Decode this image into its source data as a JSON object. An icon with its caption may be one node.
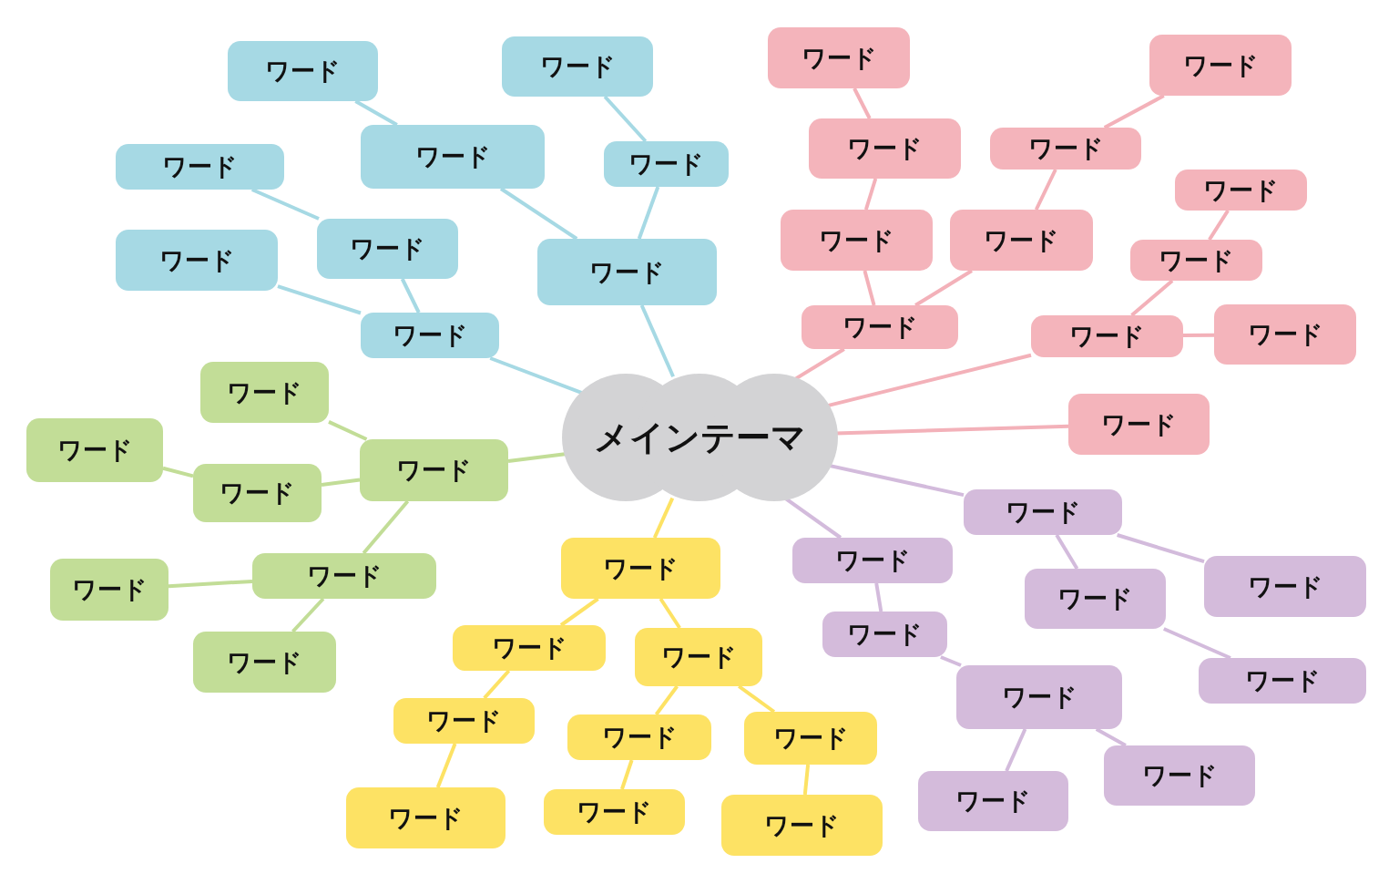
{
  "diagram": {
    "nodes": [
      {
        "text": [
          "メインテーマ"
        ]
      },
      {
        "text": [
          "ワード"
        ]
      },
      {
        "text": [
          "ワード"
        ]
      },
      {
        "text": [
          "ワード"
        ]
      },
      {
        "text": [
          "ワード"
        ]
      },
      {
        "text": [
          "ワード"
        ]
      },
      {
        "text": [
          "ワード"
        ]
      },
      {
        "text": [
          "ワード"
        ]
      },
      {
        "text": [
          "ワード"
        ]
      },
      {
        "text": [
          "ワード"
        ]
      },
      {
        "text": [
          "ワード"
        ]
      },
      {
        "text": [
          "ワード"
        ]
      },
      {
        "text": [
          "ワード"
        ]
      },
      {
        "text": [
          "ワード"
        ]
      },
      {
        "text": [
          "ワード"
        ]
      },
      {
        "text": [
          "ワード"
        ]
      },
      {
        "text": [
          "ワード"
        ]
      },
      {
        "text": [
          "ワード"
        ]
      },
      {
        "text": [
          "ワード"
        ]
      },
      {
        "text": [
          "ワード"
        ]
      },
      {
        "text": [
          "ワード"
        ]
      },
      {
        "text": [
          "ワード"
        ]
      },
      {
        "text": [
          "ワード"
        ]
      },
      {
        "text": [
          "ワード"
        ]
      },
      {
        "text": [
          "ワード"
        ]
      },
      {
        "text": [
          "ワード"
        ]
      },
      {
        "text": [
          "ワード"
        ]
      },
      {
        "text": [
          "ワード"
        ]
      },
      {
        "text": [
          "ワード"
        ]
      },
      {
        "text": [
          "ワード"
        ]
      },
      {
        "text": [
          "ワード"
        ]
      },
      {
        "text": [
          "ワード"
        ]
      },
      {
        "text": [
          "ワード"
        ]
      },
      {
        "text": [
          "ワード"
        ]
      },
      {
        "text": [
          "ワード"
        ]
      },
      {
        "text": [
          "ワード"
        ]
      },
      {
        "text": [
          "ワード"
        ]
      },
      {
        "text": [
          "ワード"
        ]
      },
      {
        "text": [
          "ワード"
        ]
      },
      {
        "text": [
          "ワード"
        ]
      },
      {
        "text": [
          "ワード"
        ]
      },
      {
        "text": [
          "ワード"
        ]
      },
      {
        "text": [
          "ワード"
        ]
      },
      {
        "text": [
          "ワード"
        ]
      },
      {
        "text": [
          "ワード"
        ]
      },
      {
        "text": [
          "ワード"
        ]
      },
      {
        "text": [
          "ワード"
        ]
      }
    ],
    "edges": [
      {
        "from": 0,
        "to": 1,
        "arrow": "none",
        "color": "#a6d9e4"
      },
      {
        "from": 1,
        "to": 2,
        "arrow": "none",
        "color": "#a6d9e4"
      },
      {
        "from": 2,
        "to": 3,
        "arrow": "none",
        "color": "#a6d9e4"
      },
      {
        "from": 1,
        "to": 4,
        "arrow": "none",
        "color": "#a6d9e4"
      },
      {
        "from": 4,
        "to": 5,
        "arrow": "none",
        "color": "#a6d9e4"
      },
      {
        "from": 0,
        "to": 6,
        "arrow": "none",
        "color": "#a6d9e4"
      },
      {
        "from": 6,
        "to": 7,
        "arrow": "none",
        "color": "#a6d9e4"
      },
      {
        "from": 7,
        "to": 8,
        "arrow": "none",
        "color": "#a6d9e4"
      },
      {
        "from": 6,
        "to": 9,
        "arrow": "none",
        "color": "#a6d9e4"
      },
      {
        "from": 0,
        "to": 10,
        "arrow": "none",
        "color": "#f3b1b9"
      },
      {
        "from": 10,
        "to": 11,
        "arrow": "none",
        "color": "#f3b1b9"
      },
      {
        "from": 11,
        "to": 12,
        "arrow": "none",
        "color": "#f3b1b9"
      },
      {
        "from": 12,
        "to": 13,
        "arrow": "none",
        "color": "#f3b1b9"
      },
      {
        "from": 10,
        "to": 14,
        "arrow": "none",
        "color": "#f3b1b9"
      },
      {
        "from": 14,
        "to": 15,
        "arrow": "none",
        "color": "#f3b1b9"
      },
      {
        "from": 15,
        "to": 16,
        "arrow": "none",
        "color": "#f3b1b9"
      },
      {
        "from": 0,
        "to": 17,
        "arrow": "none",
        "color": "#f3b1b9"
      },
      {
        "from": 17,
        "to": 18,
        "arrow": "none",
        "color": "#f3b1b9"
      },
      {
        "from": 18,
        "to": 19,
        "arrow": "none",
        "color": "#f3b1b9"
      },
      {
        "from": 17,
        "to": 20,
        "arrow": "none",
        "color": "#f3b1b9"
      },
      {
        "from": 0,
        "to": 21,
        "arrow": "none",
        "color": "#f3b1b9"
      },
      {
        "from": 0,
        "to": 22,
        "arrow": "none",
        "color": "#d3bbdc"
      },
      {
        "from": 22,
        "to": 23,
        "arrow": "none",
        "color": "#d3bbdc"
      },
      {
        "from": 22,
        "to": 24,
        "arrow": "none",
        "color": "#d3bbdc"
      },
      {
        "from": 24,
        "to": 25,
        "arrow": "none",
        "color": "#d3bbdc"
      },
      {
        "from": 0,
        "to": 26,
        "arrow": "none",
        "color": "#d3bbdc"
      },
      {
        "from": 26,
        "to": 27,
        "arrow": "none",
        "color": "#d3bbdc"
      },
      {
        "from": 27,
        "to": 28,
        "arrow": "none",
        "color": "#d3bbdc"
      },
      {
        "from": 28,
        "to": 29,
        "arrow": "none",
        "color": "#d3bbdc"
      },
      {
        "from": 28,
        "to": 30,
        "arrow": "none",
        "color": "#d3bbdc"
      },
      {
        "from": 0,
        "to": 31,
        "arrow": "none",
        "color": "#fde264"
      },
      {
        "from": 31,
        "to": 32,
        "arrow": "none",
        "color": "#fde264"
      },
      {
        "from": 32,
        "to": 33,
        "arrow": "none",
        "color": "#fde264"
      },
      {
        "from": 33,
        "to": 34,
        "arrow": "none",
        "color": "#fde264"
      },
      {
        "from": 31,
        "to": 35,
        "arrow": "none",
        "color": "#fde264"
      },
      {
        "from": 35,
        "to": 36,
        "arrow": "none",
        "color": "#fde264"
      },
      {
        "from": 36,
        "to": 37,
        "arrow": "none",
        "color": "#fde264"
      },
      {
        "from": 35,
        "to": 38,
        "arrow": "none",
        "color": "#fde264"
      },
      {
        "from": 38,
        "to": 39,
        "arrow": "none",
        "color": "#fde264"
      },
      {
        "from": 0,
        "to": 40,
        "arrow": "none",
        "color": "#c2dd97"
      },
      {
        "from": 40,
        "to": 41,
        "arrow": "none",
        "color": "#c2dd97"
      },
      {
        "from": 40,
        "to": 42,
        "arrow": "none",
        "color": "#c2dd97"
      },
      {
        "from": 42,
        "to": 43,
        "arrow": "none",
        "color": "#c2dd97"
      },
      {
        "from": 40,
        "to": 44,
        "arrow": "none",
        "color": "#c2dd97"
      },
      {
        "from": 44,
        "to": 45,
        "arrow": "none",
        "color": "#c2dd97"
      },
      {
        "from": 44,
        "to": 46,
        "arrow": "none",
        "color": "#c2dd97"
      }
    ]
  }
}
